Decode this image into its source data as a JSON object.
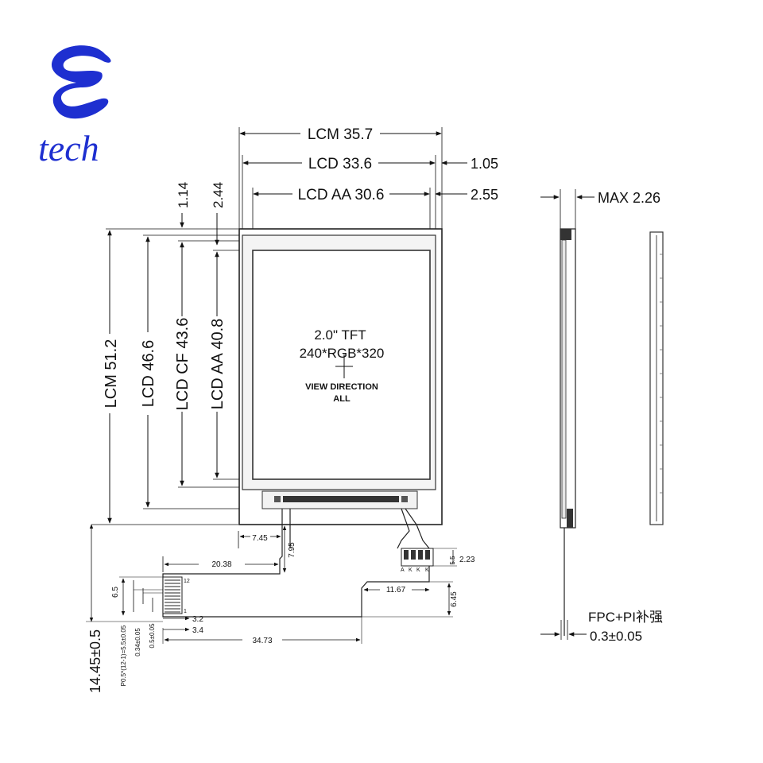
{
  "brand": {
    "wordmark": "tech",
    "colors": {
      "logo": "#1e2fd0",
      "ink": "#111111",
      "panel_gray": "#e6e6e6",
      "dark": "#333333"
    }
  },
  "lcd_info": {
    "size_label": "2.0\" TFT",
    "resolution_label": "240*RGB*320",
    "view_direction_label": "VIEW DIRECTION",
    "view_direction_value": "ALL"
  },
  "dimensions": {
    "lcm_width": "LCM 35.7",
    "lcd_width": "LCD 33.6",
    "lcd_aa_width": "LCD AA 30.6",
    "right_offset_1": "1.05",
    "right_offset_2": "2.55",
    "top_offset_1": "1.14",
    "top_offset_2": "2.44",
    "lcm_height": "LCM 51.2",
    "lcd_height": "LCD 46.6",
    "lcd_cf_height": "LCD CF 43.6",
    "lcd_aa_height": "LCD AA 40.8",
    "max_thickness": "MAX 2.26",
    "fpc_reinforce_label": "FPC+PI补强",
    "fpc_reinforce_value": "0.3±0.05",
    "fpc_offset_left": "7.45",
    "fpc_vertical": "7.95",
    "fpc_tail_x": "20.38",
    "fpc_tail_height": "6.5",
    "fpc_right_width": "11.67",
    "fpc_right_height": "6.45",
    "connector_width": "2.23",
    "connector_height": "5.5",
    "pin_dim_1": "3.2",
    "pin_dim_2": "3.4",
    "fpc_length": "34.73",
    "fpc_total_height": "14.45±0.5",
    "pitch_note": "P0.5*(12-1)=5.5±0.05",
    "pin_width_1": "0.34±0.05",
    "pin_width_2": "0.5±0.05",
    "pin_index_1": "1",
    "pin_index_12": "12",
    "connector_pin_labels": [
      "A",
      "K",
      "K",
      "K"
    ]
  }
}
